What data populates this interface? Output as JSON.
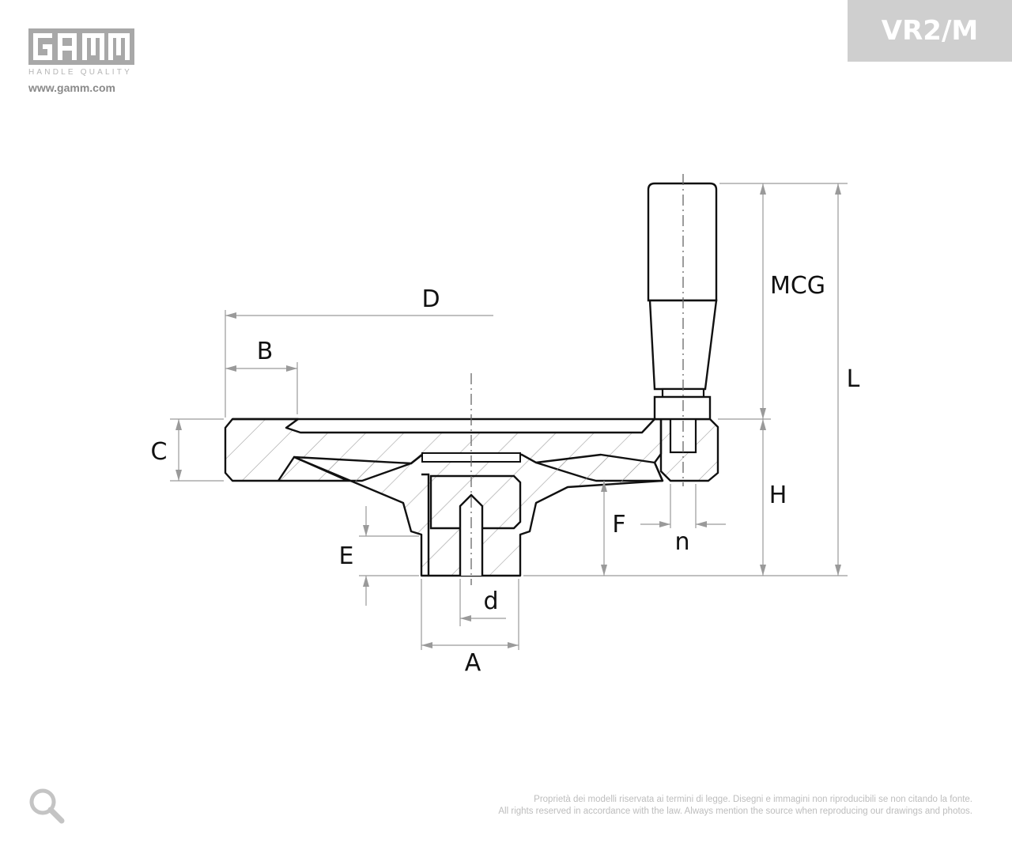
{
  "brand": {
    "logo_text": "GAMM",
    "tagline": "HANDLE QUALITY",
    "website": "www.gamm.com"
  },
  "product_code": "VR2/M",
  "dimensions": {
    "D": "D",
    "B": "B",
    "C": "C",
    "E": "E",
    "d": "d",
    "A": "A",
    "F": "F",
    "n": "n",
    "H": "H",
    "MCG": "MCG",
    "L": "L"
  },
  "icons": {
    "zoom": "magnifier-icon"
  },
  "footer": {
    "line1": "Proprietà dei modelli riservata ai termini di legge. Disegni e immagini non riproducibili se non citando la fonte.",
    "line2": "All rights reserved in accordance with the law. Always mention the source when reproducing our drawings and photos."
  },
  "colors": {
    "badge_bg": "#cfcfcf",
    "logo_gray": "#a8a8a8",
    "line": "#111111",
    "dim_line": "#9a9a9a",
    "hatch": "#a0a0a0",
    "footer_text": "#bdbdbd"
  }
}
